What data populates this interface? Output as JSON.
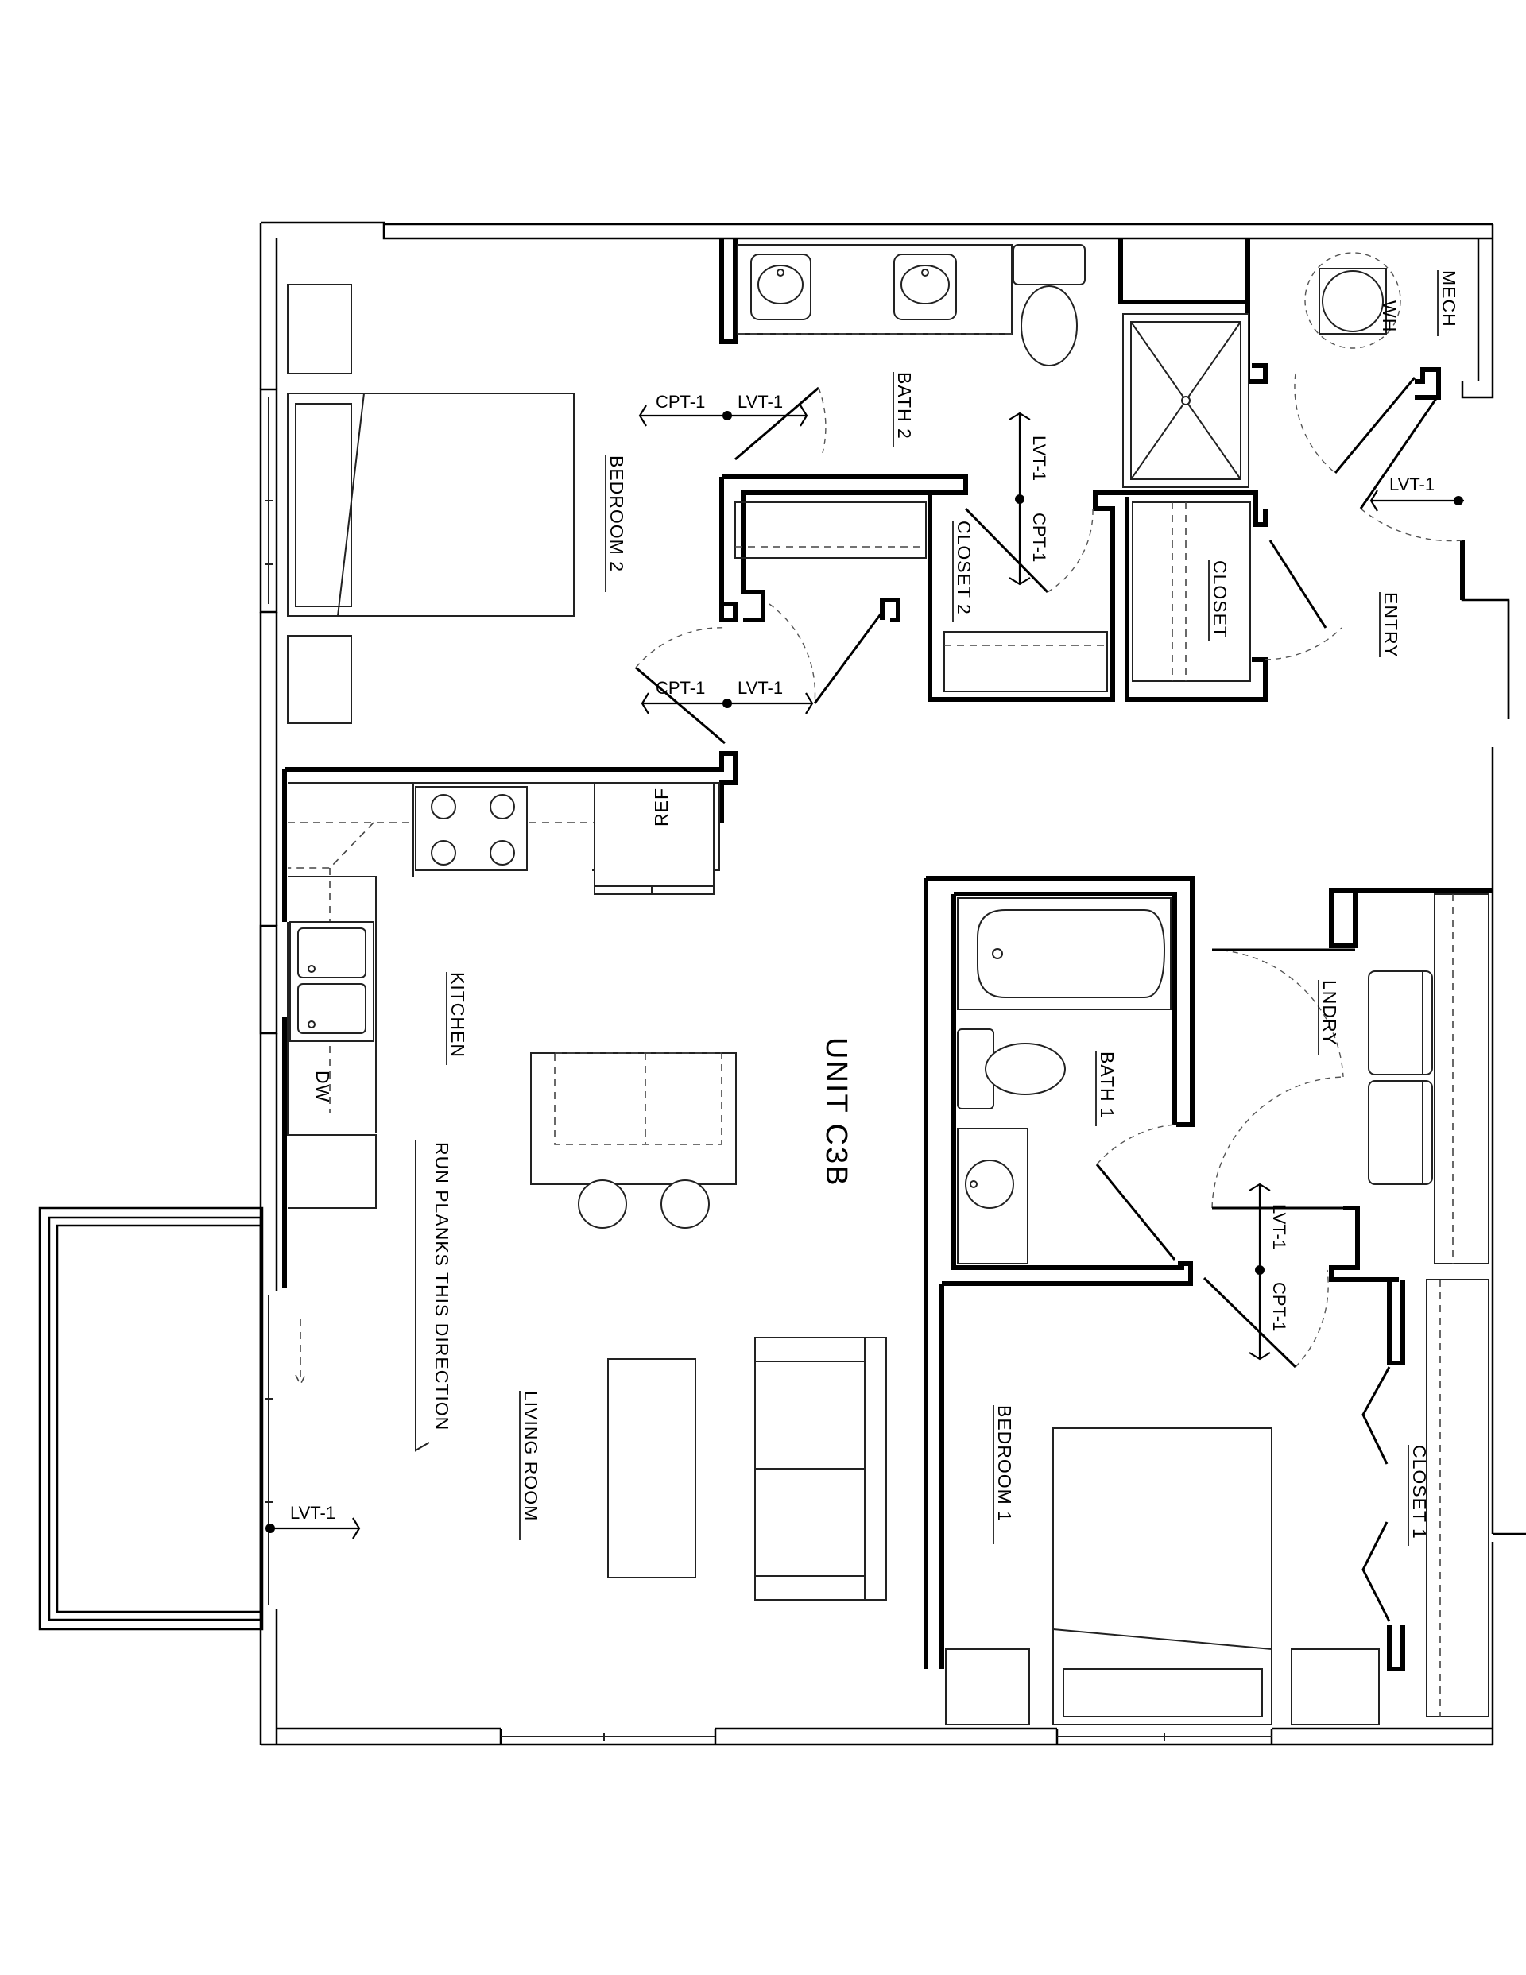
{
  "plan": {
    "unit_label": "UNIT C3B",
    "direction_note": "RUN PLANKS THIS DIRECTION",
    "rooms": {
      "bedroom_2": "BEDROOM 2",
      "bath_2": "BATH 2",
      "closet_2": "CLOSET 2",
      "closet": "CLOSET",
      "mech": "MECH",
      "entry": "ENTRY",
      "kitchen": "KITCHEN",
      "living_room": "LIVING ROOM",
      "bath_1": "BATH 1",
      "lndry": "LNDRY",
      "bedroom_1": "BEDROOM 1",
      "closet_1": "CLOSET 1"
    },
    "fixtures": {
      "water_heater": "WH",
      "refrigerator": "REF",
      "dishwasher": "DW"
    },
    "finish_tags": {
      "carpet": "CPT-1",
      "vinyl": "LVT-1"
    }
  }
}
